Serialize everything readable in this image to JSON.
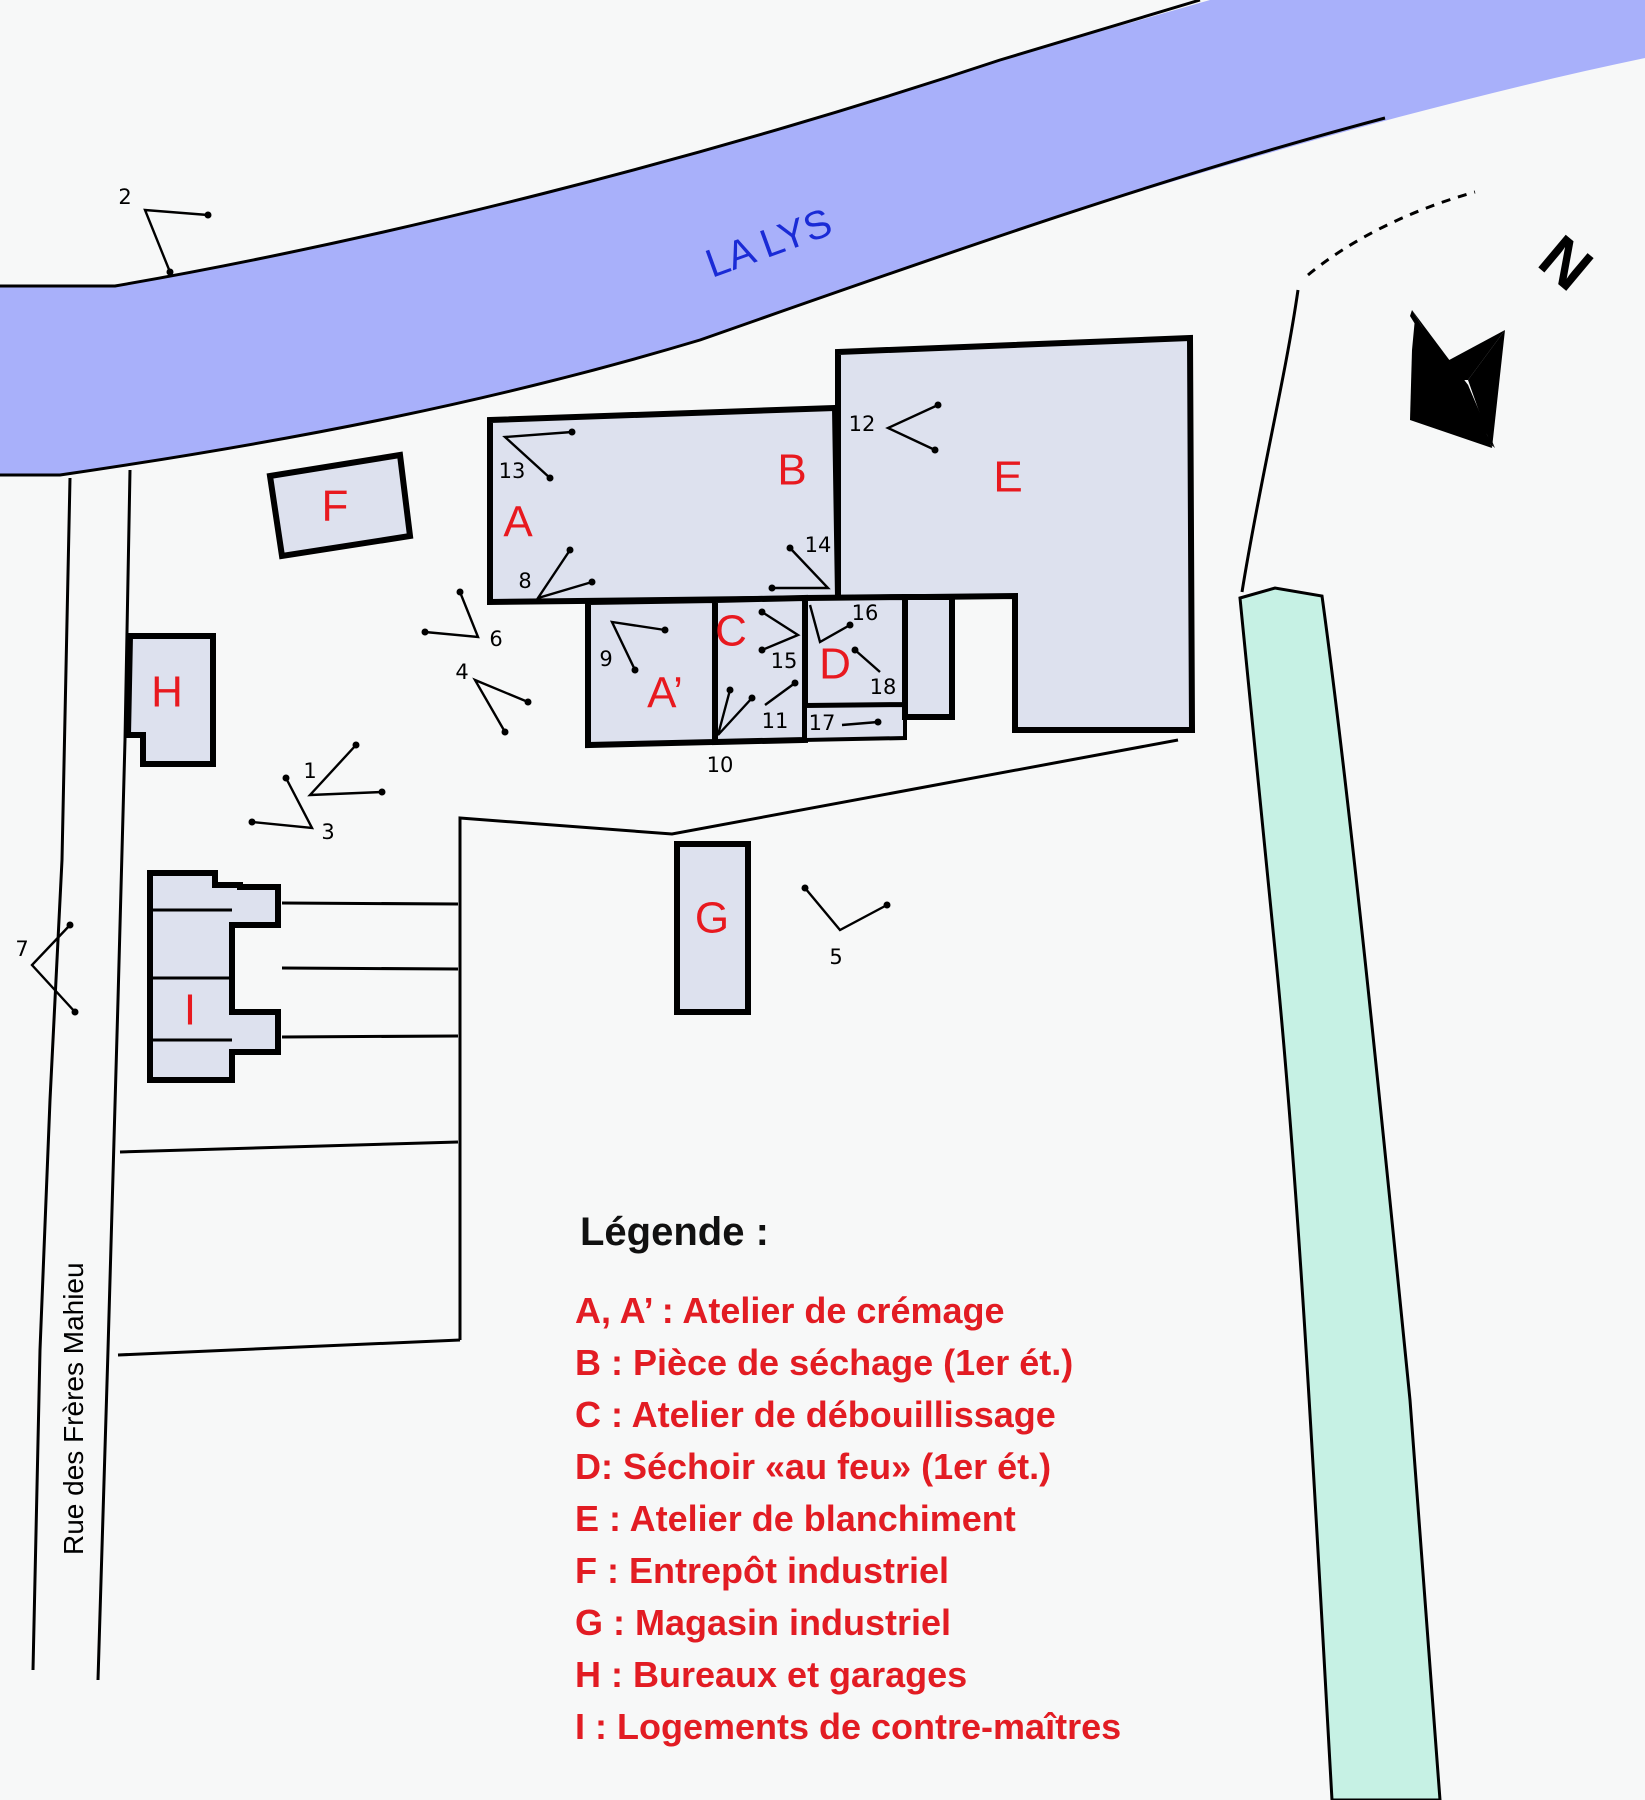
{
  "river": {
    "label": "LA LYS",
    "color": "#a8b0fa"
  },
  "canal": {
    "color": "#c6f1e4"
  },
  "street": {
    "label": "Rue des Frères Mahieu"
  },
  "north_arrow": {
    "label": "N"
  },
  "buildings": {
    "A": "A",
    "A_prime": "A’",
    "B": "B",
    "C": "C",
    "D": "D",
    "E": "E",
    "F": "F",
    "G": "G",
    "H": "H",
    "I": "I"
  },
  "viewpoints": [
    "1",
    "2",
    "3",
    "4",
    "5",
    "6",
    "7",
    "8",
    "9",
    "10",
    "11",
    "12",
    "13",
    "14",
    "15",
    "16",
    "17",
    "18"
  ],
  "legend": {
    "title": "Légende :",
    "items": [
      "A, A’ : Atelier de crémage",
      "B : Pièce de séchage (1er ét.)",
      "C : Atelier de débouillissage",
      "D: Séchoir «au feu» (1er ét.)",
      "E : Atelier de blanchiment",
      "F : Entrepôt industriel",
      "G : Magasin industriel",
      "H : Bureaux et garages",
      "I : Logements de contre-maîtres"
    ]
  },
  "colors": {
    "building_fill": "#dde1ee",
    "label_red": "#e8191f",
    "river_text": "#1a2bd6"
  }
}
